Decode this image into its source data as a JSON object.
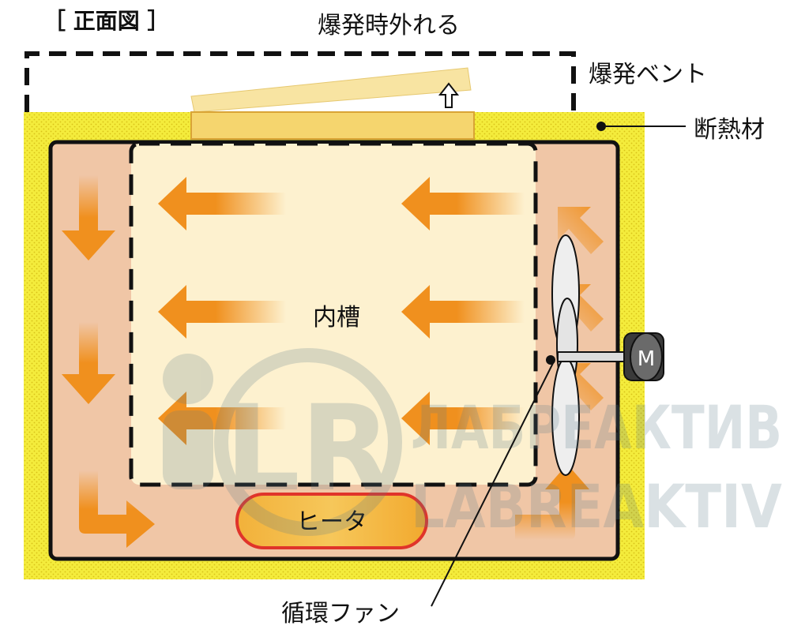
{
  "diagram": {
    "view_title": "［ 正面図 ］",
    "labels": {
      "vent_detach": "爆発時外れる",
      "explosion_vent": "爆発ベント",
      "insulation": "断熱材",
      "inner_chamber": "内槽",
      "heater": "ヒータ",
      "circulation_fan": "循環ファン",
      "motor": "M"
    },
    "watermark": {
      "monogram": "LR",
      "line1": "ЛАБРЕАКТИВ",
      "line2": "LABREAKTIV"
    },
    "colors": {
      "insulation": "#f4ec3c",
      "outer_chamber": "#f0c6a6",
      "inner_chamber": "#fdf1cf",
      "vent_panel": "#f5d56e",
      "vent_panel_lifted": "#f8e4a2",
      "heater_fill": "#f2b13a",
      "heater_border": "#e0342a",
      "airflow_arrow": "#f0901e",
      "outline": "#111111"
    }
  }
}
